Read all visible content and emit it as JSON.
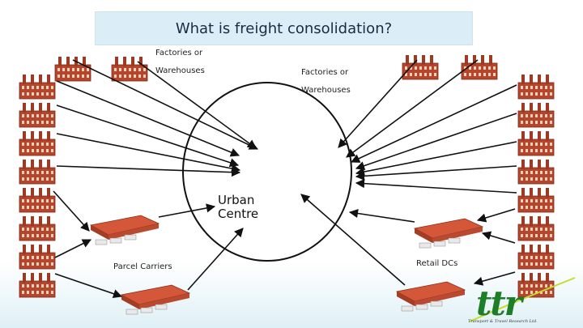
{
  "title": "What is freight consolidation?",
  "labels": {
    "factories_left_line1": "Factories or",
    "factories_left_line2": "Warehouses",
    "factories_right_line1": "Factories or",
    "factories_right_line2": "Warehouses",
    "urban_line1": "Urban",
    "urban_line2": "Centre",
    "parcel_carriers": "Parcel Carriers",
    "retail_dcs": "Retail DCs"
  },
  "logo": {
    "mark": "ttr",
    "tagline": "Transport & Travel Research Ltd."
  },
  "colors": {
    "factory_brick": "#b5452d",
    "factory_dark": "#7e2a18",
    "depot_roof": "#d4573a",
    "title_bg": "#dbeef7",
    "logo_green": "#1e7d27",
    "logo_line": "#c8dd2a"
  }
}
